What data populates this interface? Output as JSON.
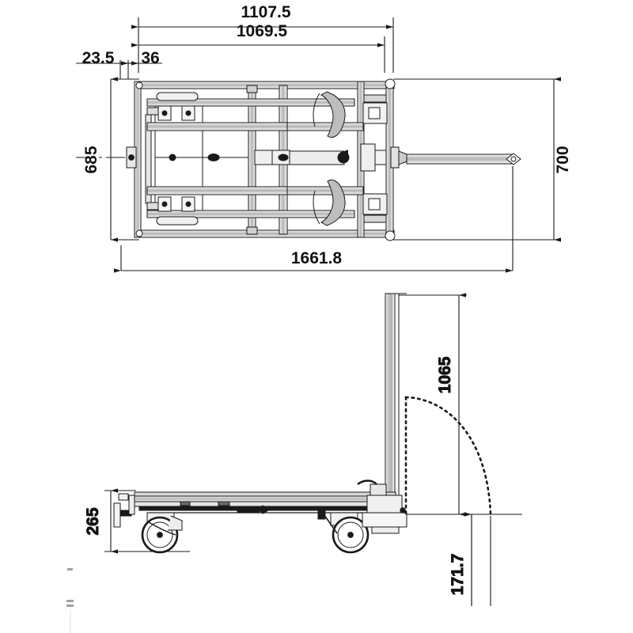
{
  "drawing": {
    "title": "Lift cart assembly drawing",
    "sheet_background": "#ffffff",
    "line_color": "#1a1a1a",
    "fill_light": "#f2f2f2",
    "fill_mid": "#cfcfcf",
    "fill_dark": "#8c8c8c",
    "units_note": "",
    "views": [
      {
        "id": "top-view",
        "label": "",
        "description": "plan view of lift cart platform with forks, clamps and tow handle"
      },
      {
        "id": "side-view",
        "label": "",
        "description": "side elevation of lift cart with mast, castors and swing arc"
      }
    ]
  },
  "dimensions": {
    "top_view": [
      {
        "id": "dim-1107-5",
        "value": "1107.5",
        "orientation": "horizontal",
        "position": "top-outer"
      },
      {
        "id": "dim-1069-5",
        "value": "1069.5",
        "orientation": "horizontal",
        "position": "top-inner"
      },
      {
        "id": "dim-23-5",
        "value": "23.5",
        "orientation": "horizontal",
        "position": "top-left-small"
      },
      {
        "id": "dim-36",
        "value": "36",
        "orientation": "horizontal",
        "position": "top-left-second"
      },
      {
        "id": "dim-685",
        "value": "685",
        "orientation": "vertical",
        "position": "left"
      },
      {
        "id": "dim-700",
        "value": "700",
        "orientation": "vertical",
        "position": "right"
      },
      {
        "id": "dim-1661-8",
        "value": "1661.8",
        "orientation": "horizontal",
        "position": "bottom"
      }
    ],
    "side_view": [
      {
        "id": "dim-1065",
        "value": "1065",
        "orientation": "vertical",
        "position": "right-mast-height"
      },
      {
        "id": "dim-265",
        "value": "265",
        "orientation": "vertical",
        "position": "left-chassis-height"
      },
      {
        "id": "dim-171-7",
        "value": "171.7",
        "orientation": "vertical",
        "position": "bottom-right-clearance"
      }
    ]
  },
  "annotations": {
    "swing_arc": "dashed quarter-circle swing path",
    "mast": "vertical mast column",
    "castors": "two swivel castor wheels"
  }
}
